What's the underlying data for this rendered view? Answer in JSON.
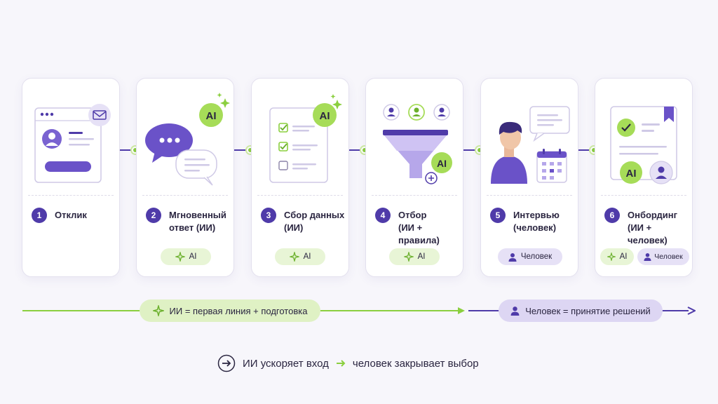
{
  "steps": [
    {
      "num": "1",
      "title": "Отклик"
    },
    {
      "num": "2",
      "title": "Мгновенный\nответ (ИИ)",
      "badges": [
        {
          "type": "ai",
          "label": "AI"
        }
      ]
    },
    {
      "num": "3",
      "title": "Сбор данных\n(ИИ)",
      "badges": [
        {
          "type": "ai",
          "label": "AI"
        }
      ]
    },
    {
      "num": "4",
      "title": "Отбор\n(ИИ + правила)",
      "badges": [
        {
          "type": "ai",
          "label": "AI"
        }
      ]
    },
    {
      "num": "5",
      "title": "Интервью\n(человек)",
      "badges": [
        {
          "type": "human",
          "label": "Человек"
        }
      ]
    },
    {
      "num": "6",
      "title": "Онбординг\n(ИИ + человек)",
      "badges": [
        {
          "type": "ai",
          "label": "AI"
        },
        {
          "type": "human",
          "label": "Человек"
        }
      ]
    }
  ],
  "illustration_labels": {
    "ai_tag": "AI"
  },
  "phases": {
    "ai": "ИИ = первая линия + подготовка",
    "human": "Человек = принятие решений"
  },
  "footer": {
    "part1": "ИИ ускоряет вход",
    "part2": "человек закрывает выбор"
  },
  "colors": {
    "purple": "#4f3ba9",
    "green": "#8bcf3f",
    "ai_badge_bg": "#e8f5d6",
    "human_badge_bg": "#e6e1f6"
  }
}
